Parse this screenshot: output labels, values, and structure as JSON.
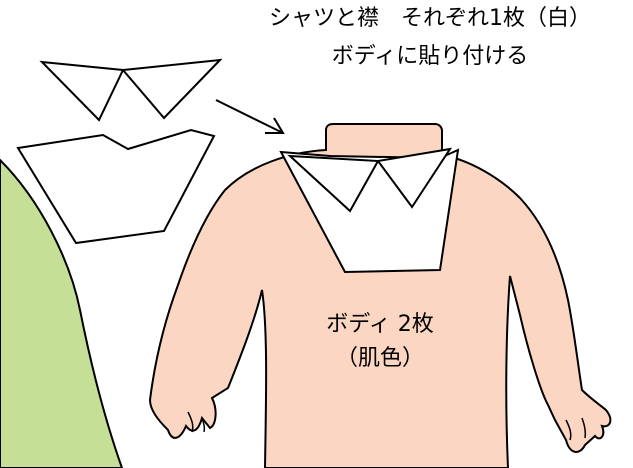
{
  "annotations": {
    "shirt_collar_line1": "シャツと襟　それぞれ1枚（白）",
    "shirt_collar_line2": "ボディに貼り付ける",
    "body_line1": "ボディ 2枚",
    "body_line2": "（肌色）"
  },
  "colors": {
    "body_skin": "#fbd6c2",
    "sleeve_green": "#c6df96",
    "shirt_white": "#ffffff",
    "outline": "#000000"
  }
}
